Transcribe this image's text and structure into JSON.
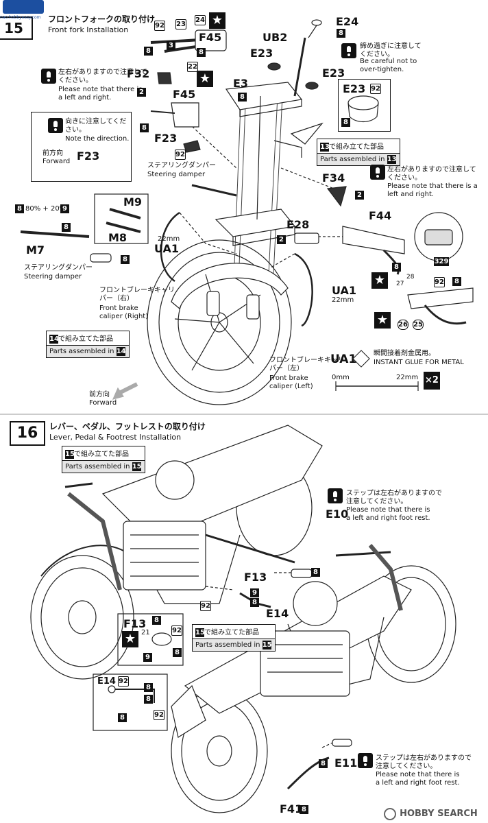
{
  "watermark_top": "nao.hobbyeasy.com",
  "watermark_bottom": "HOBBY SEARCH",
  "step15": {
    "title_jp": "フロントフォークの取り付け",
    "title_en": "Front fork Installation"
  },
  "step16": {
    "number": "16",
    "title_jp": "レバー、ペダル、フットレストの取り付け",
    "title_en": "Lever, Pedal & Footrest Installation"
  },
  "labels": {
    "E24": "E24",
    "UB2": "UB2",
    "E23": "E23",
    "E3": "E3",
    "F45": "F45",
    "F32": "F32",
    "F23": "F23",
    "F34": "F34",
    "F44": "F44",
    "E28": "E28",
    "M9": "M9",
    "M8": "M8",
    "M7": "M7",
    "UA1": "UA1",
    "E10": "E10",
    "F13": "F13",
    "E14": "E14",
    "E11": "E11",
    "F41": "F41"
  },
  "parts": {
    "p8": "8",
    "p2": "2",
    "p3": "3",
    "p92": "92",
    "p9": "9",
    "p22": "22",
    "p23": "23",
    "p24": "24",
    "p21": "21",
    "p25": "25",
    "p26": "26",
    "p27": "27",
    "p28": "28",
    "p329": "329"
  },
  "notes": {
    "lr_jp": "左右がありますので注意してください。",
    "lr_en": "Please note that there is a left and right.",
    "dir_jp": "向きに注意してください。",
    "dir_en": "Note the direction.",
    "tight_jp": "締め過ぎに注意してください。",
    "tight_en": "Be careful not to over-tighten.",
    "step_jp": "ステップは左右がありますので注意してください。",
    "step_en": "Please note that there is a left and right foot rest."
  },
  "assembled": {
    "jp_suffix": "で組み立てた部品",
    "en": "Parts assembled in",
    "s13": "13",
    "s14": "14",
    "s15": "15"
  },
  "misc": {
    "forward_jp": "前方向",
    "forward_en": "Forward",
    "damper_jp": "ステアリングダンパー",
    "damper_en": "Steering damper",
    "mix": "80% + 20%",
    "ua1_len": "22mm",
    "caliper_r_jp": "フロントブレーキキャリパー（右）",
    "caliper_r_en1": "Front brake",
    "caliper_r_en2": "caliper (Right)",
    "caliper_l_jp": "フロントブレーキキャリパー（左）",
    "caliper_l_en1": "Front brake",
    "caliper_l_en2": "caliper (Left)",
    "glue_jp": "瞬間接着剤金属用。",
    "glue_en": "INSTANT GLUE FOR METAL",
    "scale_0": "0mm",
    "scale_22": "22mm",
    "times": "×2"
  }
}
